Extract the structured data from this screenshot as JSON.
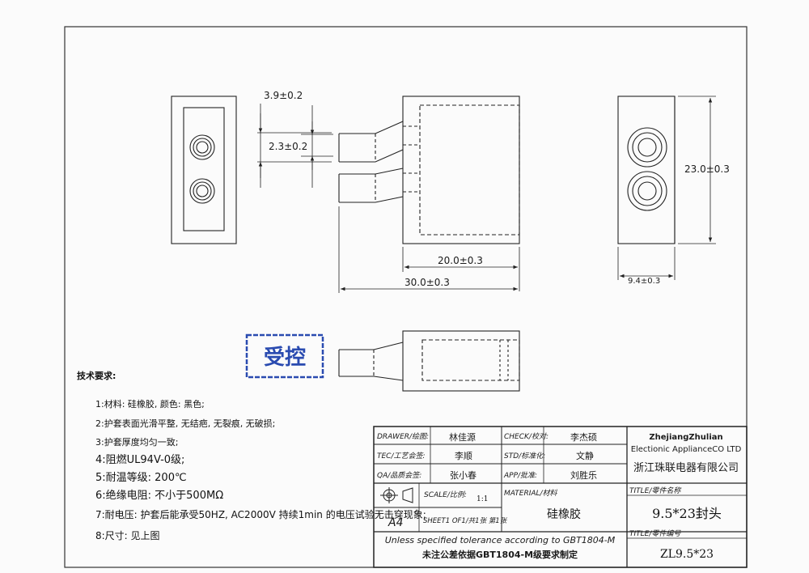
{
  "dimensions": {
    "top_height": "3.9±0.2",
    "slot_height": "2.3±0.2",
    "body_length": "20.0±0.3",
    "total_length": "30.0±0.3",
    "side_height": "23.0±0.3",
    "side_width": "9.4±0.3"
  },
  "stamp": {
    "text": "受控",
    "color": "#2a4bb0"
  },
  "requirements": {
    "heading": "技术要求:",
    "items": [
      "1:材料: 硅橡胶, 颜色: 黑色;",
      "2:护套表面光滑平整, 无结疤, 无裂痕, 无破损;",
      "3:护套厚度均匀一致;",
      "4:阻燃UL94V-0级;",
      "5:耐温等级: 200℃",
      "6:绝缘电阻: 不小于500MΩ",
      "7:耐电压: 护套后能承受50HZ, AC2000V 持续1min 的电压试验无击穿现象;",
      "8:尺寸: 见上图"
    ]
  },
  "title_block": {
    "drawer_label": "DRAWER/绘图:",
    "drawer_value": "林佳源",
    "check_label": "CHECK/校对:",
    "check_value": "李杰硕",
    "tec_label": "TEC/工艺会签:",
    "tec_value": "李顺",
    "std_label": "STD/标准化:",
    "std_value": "文静",
    "qa_label": "QA/品质会签:",
    "qa_value": "张小春",
    "app_label": "APP/批准:",
    "app_value": "刘胜乐",
    "company_en1": "ZhejiangZhulian",
    "company_en2": "Electionic ApplianceCO LTD",
    "company_cn": "浙江珠联电器有限公司",
    "scale_label": "SCALE/比例:",
    "scale_value": "1:1",
    "material_label": "MATERIAL/材料",
    "material_value": "硅橡胶",
    "title_label": "TITLE/零件名称",
    "title_value": "9.5*23封头",
    "paper_size": "A4",
    "sheet_info": "SHEET1 OF1/共1张 第1张",
    "tolerance_en": "Unless specified tolerance according to GBT1804-M",
    "tolerance_cn": "未注公差依据GBT1804-M级要求制定",
    "part_no_label": "TITLE/零件编号",
    "part_no_value": "ZL9.5*23"
  }
}
